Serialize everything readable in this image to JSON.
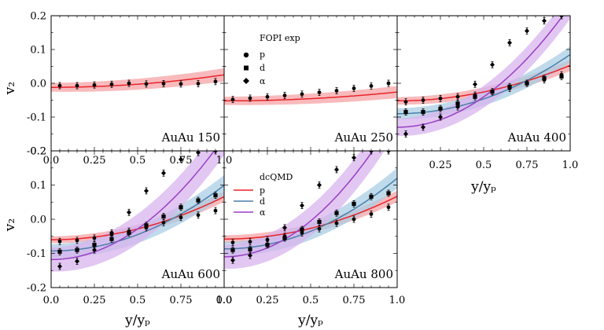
{
  "figure": {
    "ylabel": "v₂",
    "xlabel": "y/yₚ"
  },
  "legends": {
    "exp": {
      "title": "FOPI exp",
      "items": [
        "p",
        "d",
        "α"
      ]
    },
    "model": {
      "title": "dcQMD",
      "items": [
        "p",
        "d",
        "α"
      ]
    }
  },
  "colors": {
    "p_line": "#e8242a",
    "p_band": "#f5a3a6",
    "d_line": "#4a7fa8",
    "d_band": "#a9cde4",
    "alpha_line": "#9a3fc4",
    "alpha_band": "#d8b4ee"
  },
  "chart_data": [
    {
      "type": "scatter",
      "label": "AuAu 150",
      "xlim": [
        0.0,
        1.0
      ],
      "ylim": [
        -0.2,
        0.2
      ],
      "xticks": [
        "0.0",
        "0.25",
        "0.5",
        "0.75",
        "1.0"
      ],
      "yticks": [
        "-0.2",
        "-0.1",
        "0.0",
        "0.1",
        "0.2"
      ],
      "x": [
        0.05,
        0.15,
        0.25,
        0.35,
        0.45,
        0.55,
        0.65,
        0.75,
        0.85,
        0.95
      ],
      "series": [
        {
          "particle": "p",
          "marker": "circle",
          "values": [
            -0.007,
            -0.007,
            -0.005,
            -0.003,
            0.0,
            -0.002,
            -0.001,
            -0.002,
            -0.001,
            0.005
          ]
        }
      ],
      "model": [
        {
          "particle": "p",
          "v0": -0.012,
          "v1": 0.037,
          "band": 0.013
        }
      ]
    },
    {
      "type": "scatter",
      "label": "AuAu 250",
      "xlim": [
        0.0,
        1.0
      ],
      "ylim": [
        -0.2,
        0.2
      ],
      "xticks": [
        "0.0",
        "0.25",
        "0.5",
        "0.75",
        "1.0"
      ],
      "yticks": [],
      "x": [
        0.05,
        0.15,
        0.25,
        0.35,
        0.45,
        0.55,
        0.65,
        0.75,
        0.85,
        0.95
      ],
      "series": [
        {
          "particle": "p",
          "marker": "circle",
          "values": [
            -0.048,
            -0.044,
            -0.04,
            -0.036,
            -0.032,
            -0.027,
            -0.022,
            -0.015,
            -0.008,
            0.0
          ]
        }
      ],
      "model": [
        {
          "particle": "p",
          "v0": -0.052,
          "v1": 0.026,
          "band": 0.012
        }
      ]
    },
    {
      "type": "scatter",
      "label": "AuAu 400",
      "xlim": [
        0.0,
        1.0
      ],
      "ylim": [
        -0.2,
        0.2
      ],
      "xticks": [
        "0.25",
        "0.5",
        "0.75",
        "1.0"
      ],
      "yticks": [],
      "x": [
        0.05,
        0.15,
        0.25,
        0.35,
        0.45,
        0.55,
        0.65,
        0.75,
        0.85,
        0.95
      ],
      "series": [
        {
          "particle": "p",
          "marker": "circle",
          "values": [
            -0.055,
            -0.05,
            -0.045,
            -0.04,
            -0.035,
            -0.025,
            -0.015,
            0.0,
            0.01,
            0.025
          ]
        },
        {
          "particle": "d",
          "marker": "square",
          "values": [
            -0.085,
            -0.085,
            -0.075,
            -0.06,
            -0.04,
            -0.025,
            -0.01,
            0.0,
            0.015,
            0.02
          ]
        },
        {
          "particle": "α",
          "marker": "diamond",
          "values": [
            -0.15,
            -0.13,
            -0.1,
            -0.07,
            -0.003,
            0.055,
            0.12,
            0.155,
            0.185,
            0.2
          ]
        }
      ],
      "model": [
        {
          "particle": "p",
          "v0": -0.052,
          "v1": 0.105,
          "band": 0.011
        },
        {
          "particle": "d",
          "v0": -0.09,
          "v1": 0.175,
          "band": 0.016
        },
        {
          "particle": "α",
          "v0": -0.13,
          "v1": 0.36,
          "band": 0.026
        }
      ]
    },
    {
      "type": "scatter",
      "label": "AuAu 600",
      "xlim": [
        0.0,
        1.0
      ],
      "ylim": [
        -0.2,
        0.2
      ],
      "xticks": [
        "0.0",
        "0.25",
        "0.5",
        "0.75",
        "1.0"
      ],
      "yticks": [
        "-0.2",
        "-0.1",
        "0.0",
        "0.1",
        "0.2"
      ],
      "x": [
        0.05,
        0.15,
        0.25,
        0.35,
        0.45,
        0.55,
        0.65,
        0.75,
        0.85,
        0.95
      ],
      "series": [
        {
          "particle": "p",
          "marker": "circle",
          "values": [
            -0.065,
            -0.062,
            -0.055,
            -0.045,
            -0.035,
            -0.025,
            -0.01,
            0.005,
            0.012,
            0.025
          ]
        },
        {
          "particle": "d",
          "marker": "square",
          "values": [
            -0.095,
            -0.09,
            -0.075,
            -0.058,
            -0.04,
            -0.018,
            0.008,
            0.035,
            0.055,
            0.07
          ]
        },
        {
          "particle": "α",
          "marker": "diamond",
          "values": [
            -0.138,
            -0.123,
            -0.09,
            -0.04,
            0.02,
            0.083,
            0.135,
            0.175,
            0.195,
            0.2
          ]
        }
      ],
      "model": [
        {
          "particle": "p",
          "v0": -0.06,
          "v1": 0.126,
          "band": 0.01
        },
        {
          "particle": "d",
          "v0": -0.093,
          "v1": 0.192,
          "band": 0.02
        },
        {
          "particle": "α",
          "v0": -0.118,
          "v1": 0.358,
          "band": 0.035
        }
      ]
    },
    {
      "type": "scatter",
      "label": "AuAu 800",
      "xlim": [
        0.0,
        1.0
      ],
      "ylim": [
        -0.2,
        0.2
      ],
      "xticks": [
        "0.0",
        "0.25",
        "0.5",
        "0.75",
        "1.0"
      ],
      "yticks": [],
      "x": [
        0.05,
        0.15,
        0.25,
        0.35,
        0.45,
        0.55,
        0.65,
        0.75,
        0.85,
        0.95
      ],
      "series": [
        {
          "particle": "p",
          "marker": "circle",
          "values": [
            -0.068,
            -0.066,
            -0.06,
            -0.05,
            -0.04,
            -0.028,
            -0.012,
            0.0,
            0.015,
            0.035
          ]
        },
        {
          "particle": "d",
          "marker": "square",
          "values": [
            -0.09,
            -0.088,
            -0.075,
            -0.055,
            -0.03,
            -0.008,
            0.018,
            0.045,
            0.066,
            0.076
          ]
        },
        {
          "particle": "α",
          "marker": "diamond",
          "values": [
            -0.12,
            -0.106,
            -0.075,
            -0.025,
            0.04,
            0.1,
            0.145,
            0.18,
            0.2,
            0.2
          ]
        }
      ],
      "model": [
        {
          "particle": "p",
          "v0": -0.058,
          "v1": 0.125,
          "band": 0.011
        },
        {
          "particle": "d",
          "v0": -0.087,
          "v1": 0.207,
          "band": 0.02
        },
        {
          "particle": "α",
          "v0": -0.11,
          "v1": 0.42,
          "band": 0.035
        }
      ]
    }
  ]
}
